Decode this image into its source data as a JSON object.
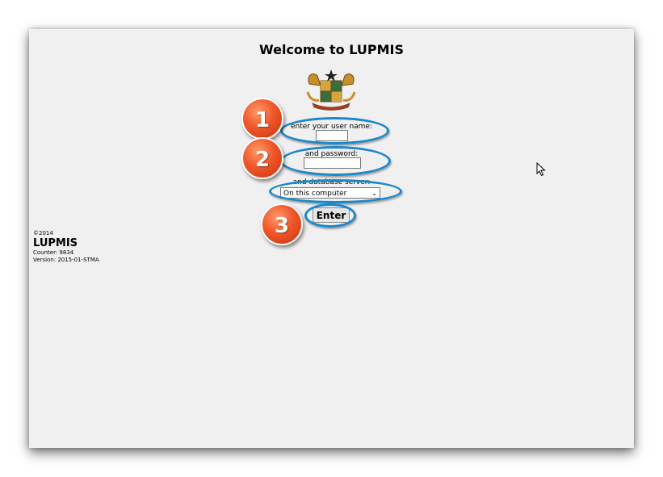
{
  "page": {
    "title": "Welcome to LUPMIS"
  },
  "form": {
    "username_label": "enter your user name:",
    "username_value": "",
    "password_label": "and password:",
    "password_value": "",
    "db_label": "and database server:",
    "db_selected": "On this computer",
    "enter_label": "Enter"
  },
  "annotations": {
    "badge1": "1",
    "badge2": "2",
    "badge3": "3",
    "accent_ellipse_color": "#1a88c9",
    "badge_color": "#f0562a"
  },
  "footer": {
    "copyright": "©2014",
    "brand": "LUPMIS",
    "counter": "Counter: 9834",
    "version": "Version: 2015-01-STMA"
  }
}
